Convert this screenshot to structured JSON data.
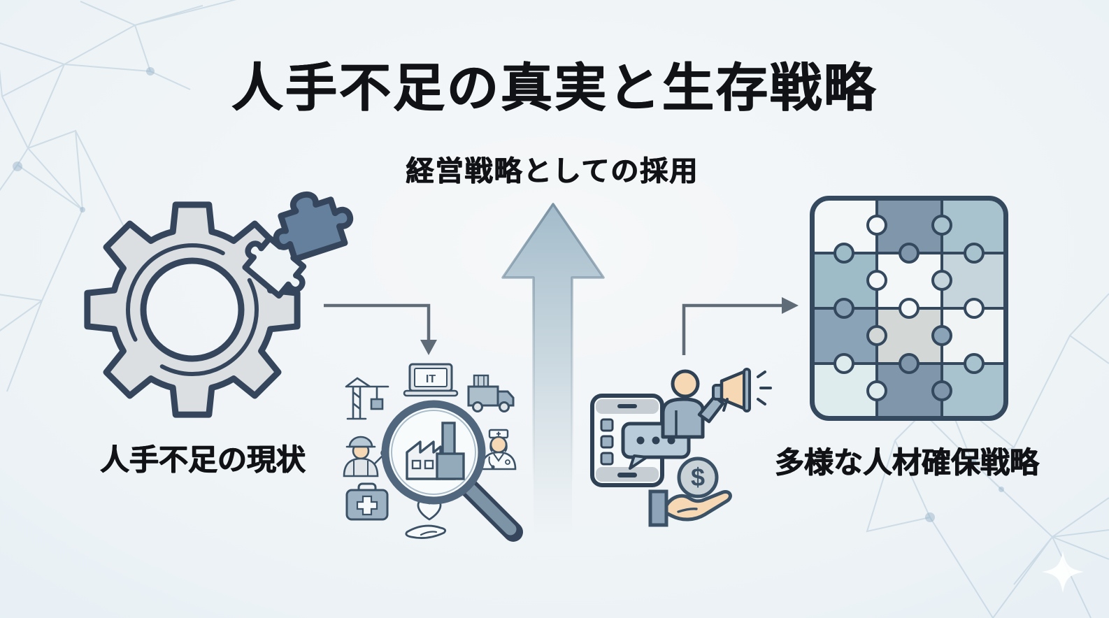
{
  "title": "人手不足の真実と生存戦略",
  "diagram": {
    "top_flow_label": "経営戦略としての採用",
    "left_node": {
      "label": "人手不足の現状",
      "icon": "gear-missing-puzzle-piece-icon"
    },
    "center_node": {
      "icon": "magnifier-factory-icon",
      "surrounding_icons": [
        "crane-icon",
        "it-laptop-icon",
        "delivery-truck-icon",
        "construction-worker-icon",
        "nurse-icon",
        "first-aid-kit-icon",
        "heart-in-hand-icon"
      ],
      "laptop_text": "IT"
    },
    "right_group": {
      "icons": [
        "smartphone-chat-icon",
        "megaphone-person-icon",
        "hand-offering-coin-icon"
      ],
      "coin_symbol": "$"
    },
    "right_node": {
      "label": "多様な人材確保戦略",
      "icon": "puzzle-grid-icon"
    },
    "arrows": [
      "gear-to-center-elbow-arrow",
      "big-upward-strategy-arrow",
      "group-to-puzzle-elbow-arrow"
    ]
  },
  "colors": {
    "background_edge": "#d9e8f2",
    "background_center": "#f6f8f9",
    "outline_dark": "#35465c",
    "slate_fill": "#8ea4b8",
    "light_gear_fill": "#dcdfe2",
    "dark_puzzle_piece": "#64809c",
    "big_arrow_fill": "#a3bccb",
    "connector_gray": "#5f6b76",
    "skin_tone": "#f6d9b4",
    "text_color": "#101215",
    "sparkle_white": "#ffffff"
  }
}
